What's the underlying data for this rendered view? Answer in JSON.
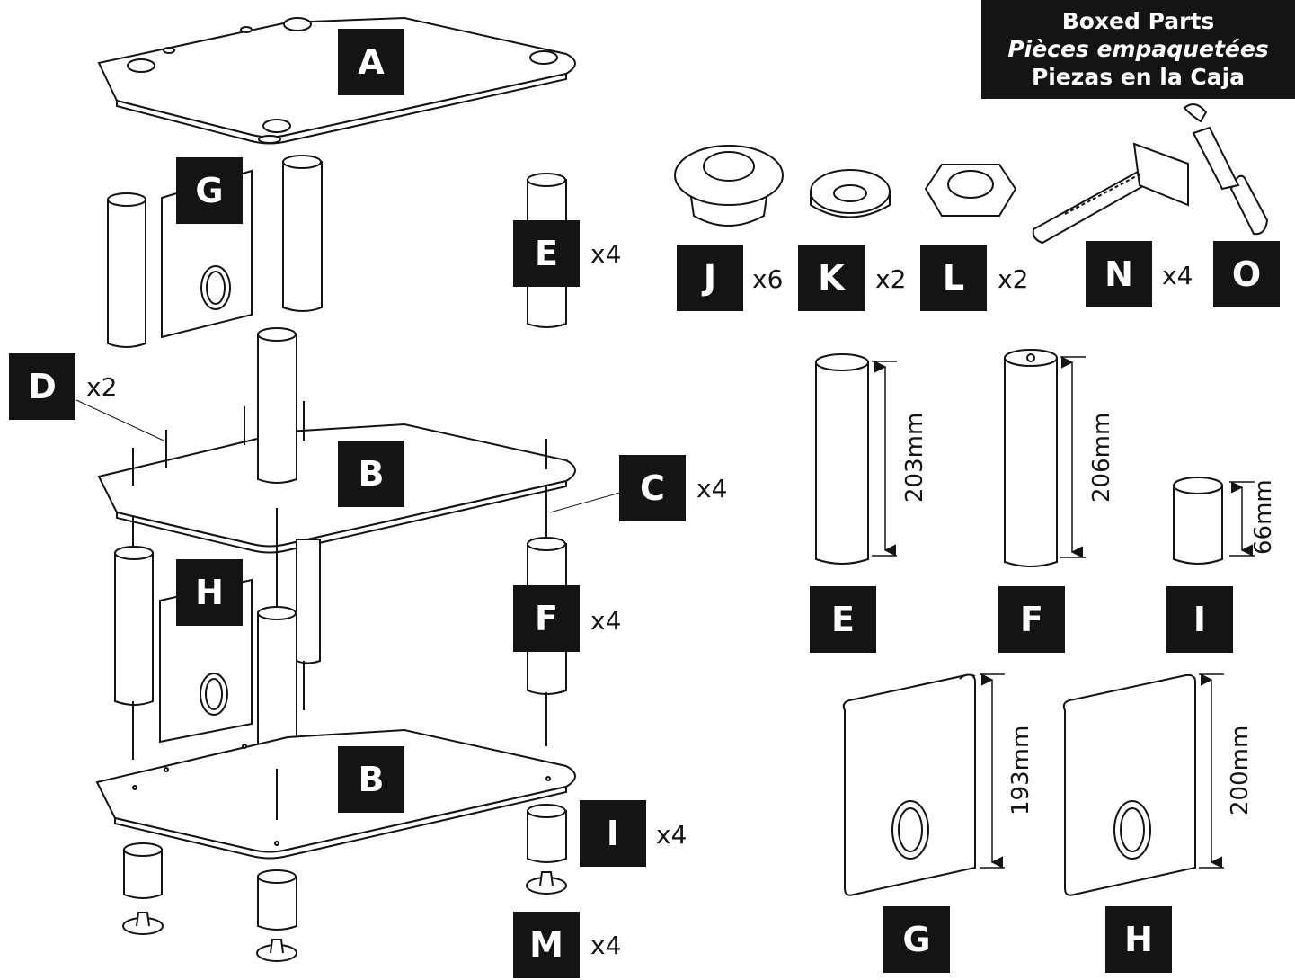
{
  "header": {
    "title_en": "Boxed Parts",
    "title_fr": "Pièces empaquetées",
    "title_es": "Piezas en la Caja"
  },
  "assembly": {
    "labels": {
      "A": "A",
      "G": "G",
      "E": "E",
      "D": "D",
      "B_top": "B",
      "C": "C",
      "H": "H",
      "F": "F",
      "B_bottom": "B",
      "I": "I",
      "M": "M"
    },
    "quantities": {
      "E": "x4",
      "D": "x2",
      "C": "x4",
      "F": "x4",
      "I": "x4",
      "M": "x4"
    }
  },
  "hardware": {
    "labels": {
      "J": "J",
      "K": "K",
      "L": "L",
      "N": "N",
      "O": "O"
    },
    "quantities": {
      "J": "x6",
      "K": "x2",
      "L": "x2",
      "N": "x4"
    }
  },
  "parts": {
    "labels": {
      "E": "E",
      "F": "F",
      "I": "I",
      "G": "G",
      "H": "H"
    },
    "dimensions": {
      "E": "203mm",
      "F": "206mm",
      "I": "66mm",
      "G": "193mm",
      "H": "200mm"
    }
  },
  "colors": {
    "ink": "#141414",
    "paper": "#ffffff"
  }
}
